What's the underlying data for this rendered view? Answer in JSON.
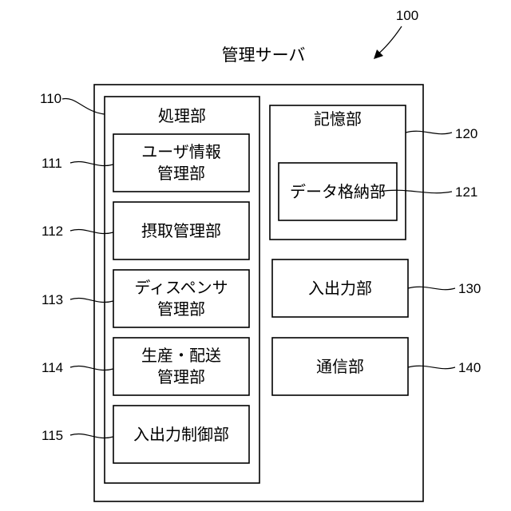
{
  "title": "管理サーバ",
  "ref_server": "100",
  "outer_box": {},
  "processing": {
    "label": "処理部",
    "ref": "110",
    "units": [
      {
        "line1": "ユーザ情報",
        "line2": "管理部",
        "ref": "111"
      },
      {
        "line1": "摂取管理部",
        "line2": "",
        "ref": "112"
      },
      {
        "line1": "ディスペンサ",
        "line2": "管理部",
        "ref": "113"
      },
      {
        "line1": "生産・配送",
        "line2": "管理部",
        "ref": "114"
      },
      {
        "line1": "入出力制御部",
        "line2": "",
        "ref": "115"
      }
    ]
  },
  "storage": {
    "label": "記憶部",
    "ref": "120",
    "inner": {
      "label": "データ格納部",
      "ref": "121"
    }
  },
  "io": {
    "label": "入出力部",
    "ref": "130"
  },
  "comm": {
    "label": "通信部",
    "ref": "140"
  }
}
